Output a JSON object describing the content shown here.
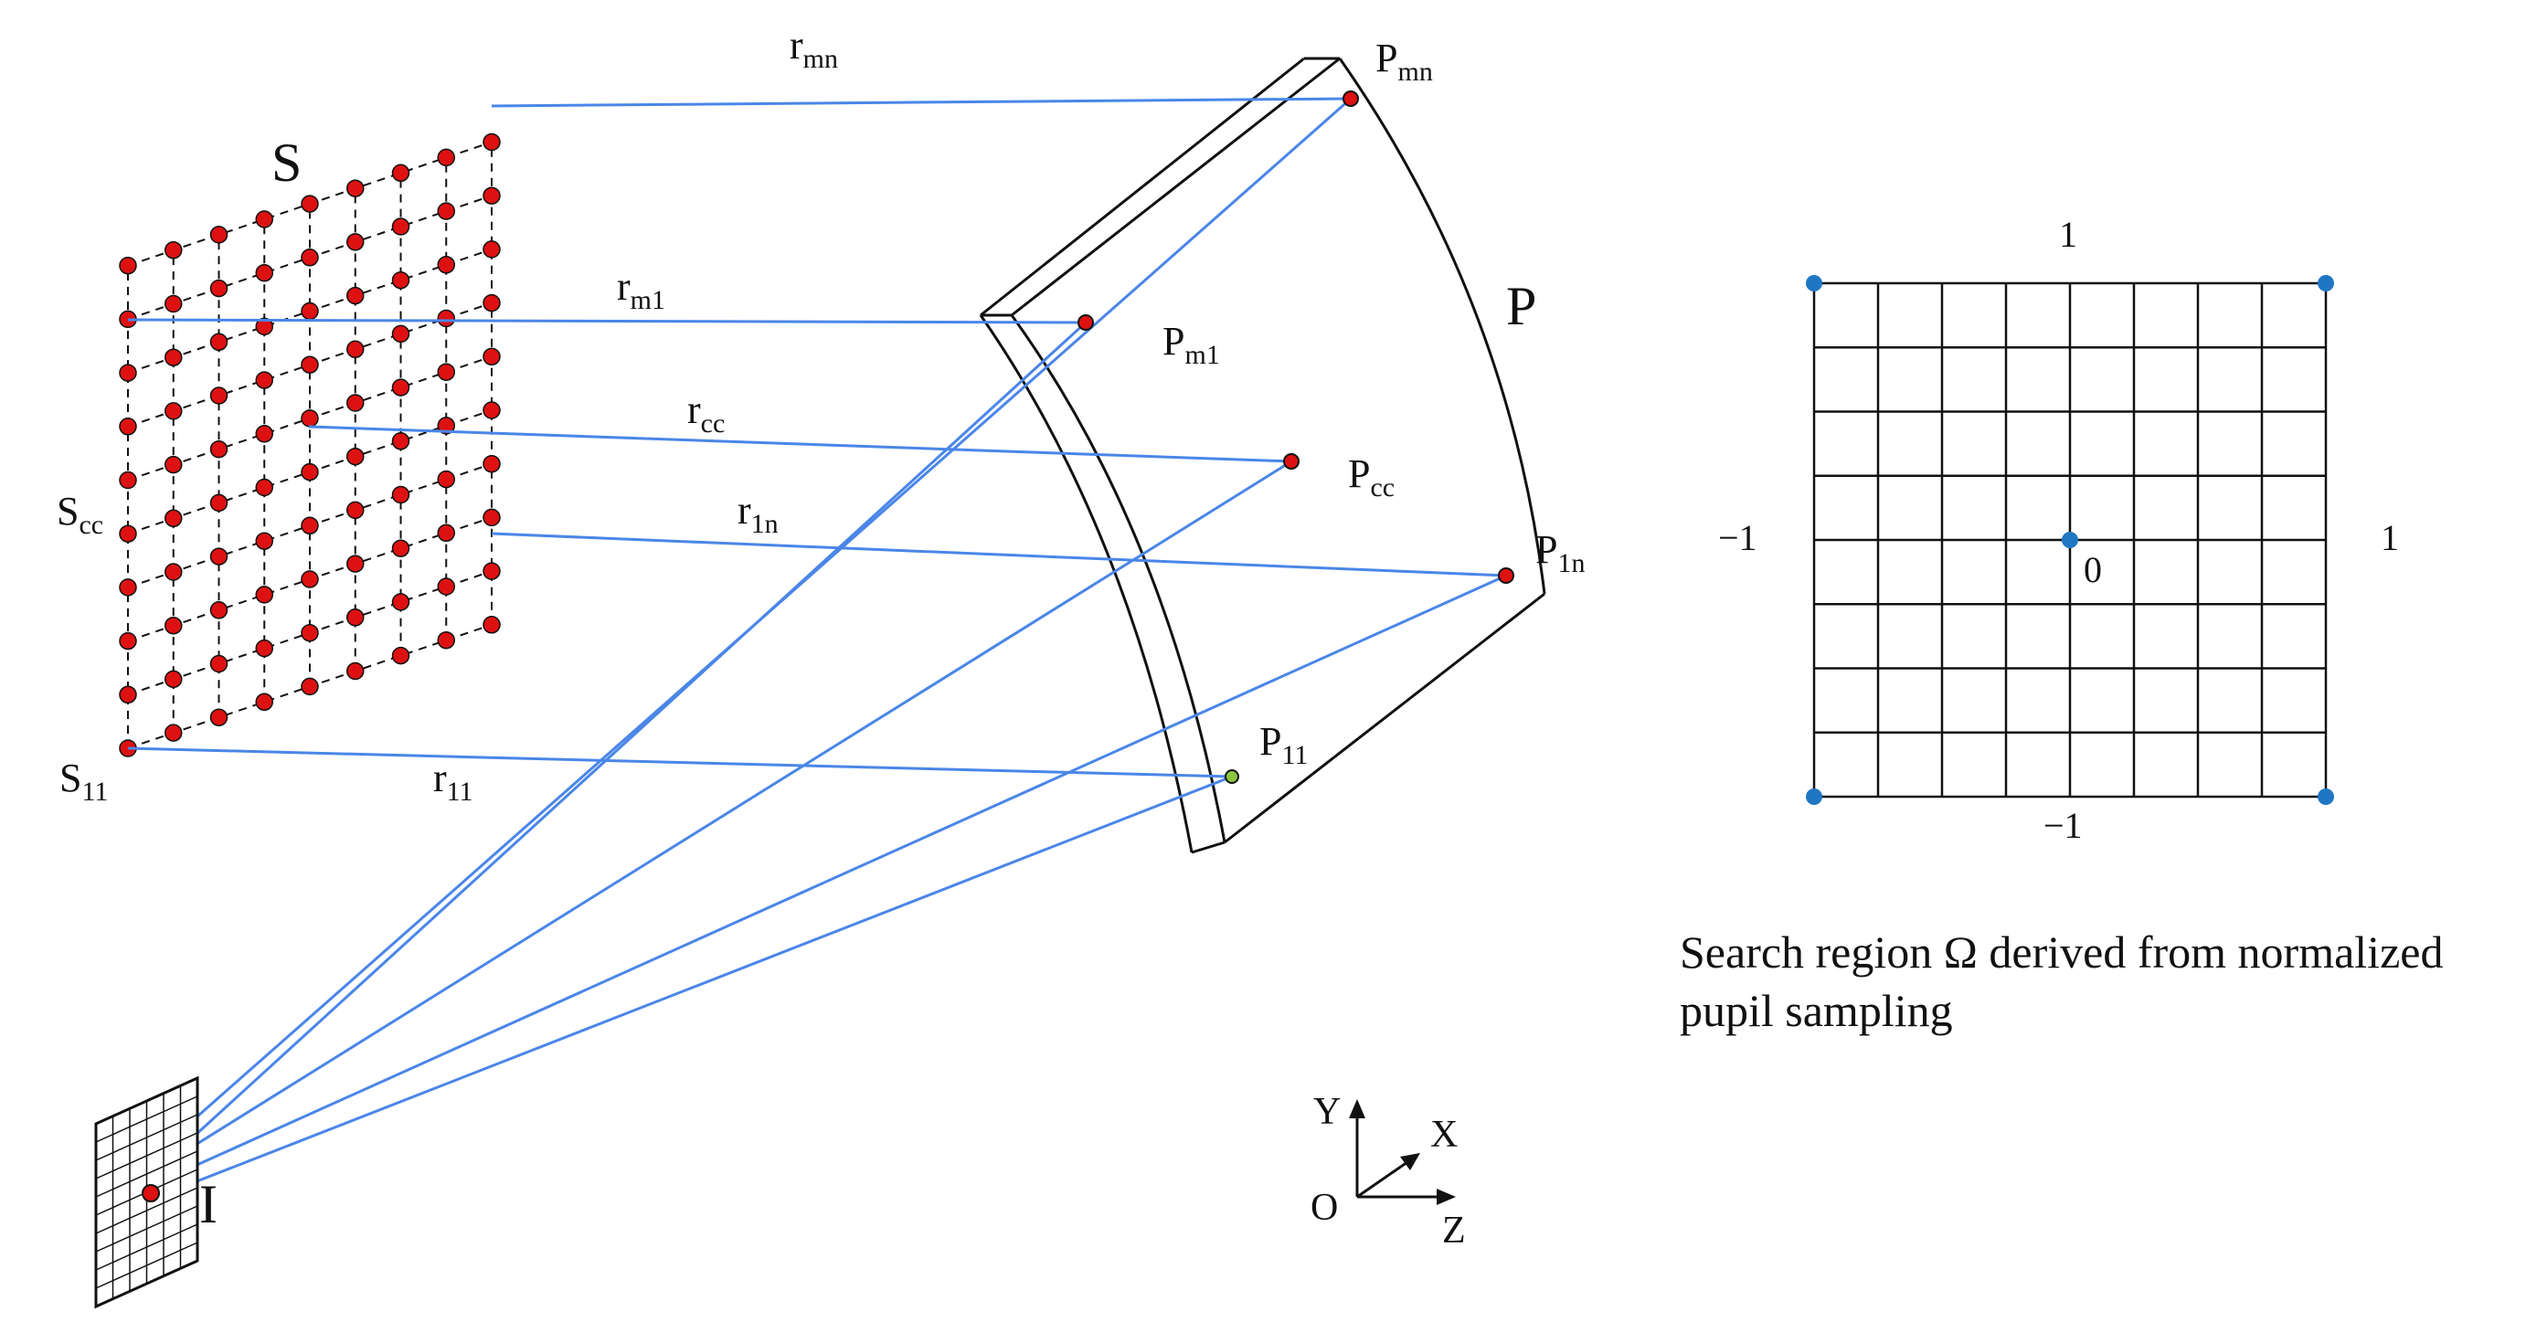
{
  "diagram": {
    "colors": {
      "ray": "#4a86e8",
      "source_point": "#dd1111",
      "pupil_point_highlight": "#8cc63f",
      "grid_corner_point": "#1f77c4",
      "ink": "#111111"
    },
    "source_plane": {
      "label": "S",
      "rows": 10,
      "cols": 9
    },
    "source_labels": {
      "s_cc": {
        "base": "S",
        "sub": "cc"
      },
      "s_11": {
        "base": "S",
        "sub": "11"
      }
    },
    "pupil_surface": {
      "label": "P"
    },
    "pupil_labels": {
      "p_mn": {
        "base": "P",
        "sub": "mn"
      },
      "p_m1": {
        "base": "P",
        "sub": "m1"
      },
      "p_cc": {
        "base": "P",
        "sub": "cc"
      },
      "p_1n": {
        "base": "P",
        "sub": "1n"
      },
      "p_11": {
        "base": "P",
        "sub": "11"
      }
    },
    "ray_labels": {
      "r_mn": {
        "base": "r",
        "sub": "mn"
      },
      "r_m1": {
        "base": "r",
        "sub": "m1"
      },
      "r_cc": {
        "base": "r",
        "sub": "cc"
      },
      "r_1n": {
        "base": "r",
        "sub": "1n"
      },
      "r_11": {
        "base": "r",
        "sub": "11"
      }
    },
    "image_plane": {
      "label": "I"
    },
    "axes": {
      "y": "Y",
      "x": "X",
      "z": "Z",
      "origin": "O"
    }
  },
  "search_grid": {
    "divisions": 8,
    "labels": {
      "top": "1",
      "bottom": "−1",
      "left": "−1",
      "right": "1",
      "center": "0"
    }
  },
  "caption": "Search region Ω derived from normalized pupil sampling"
}
